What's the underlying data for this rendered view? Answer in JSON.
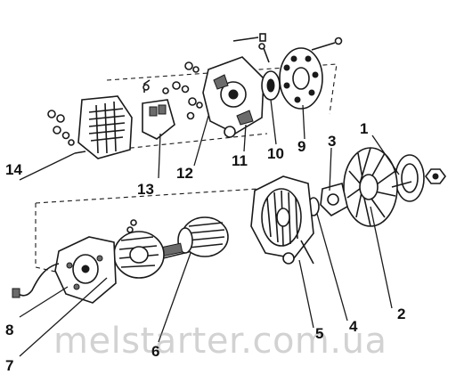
{
  "callouts": {
    "c1": "1",
    "c2": "2",
    "c3": "3",
    "c4": "4",
    "c5": "5",
    "c6": "6",
    "c7": "7",
    "c8": "8",
    "c9": "9",
    "c10": "10",
    "c11": "11",
    "c12": "12",
    "c13": "13",
    "c14": "14"
  },
  "watermark": "melstarter.com.ua"
}
